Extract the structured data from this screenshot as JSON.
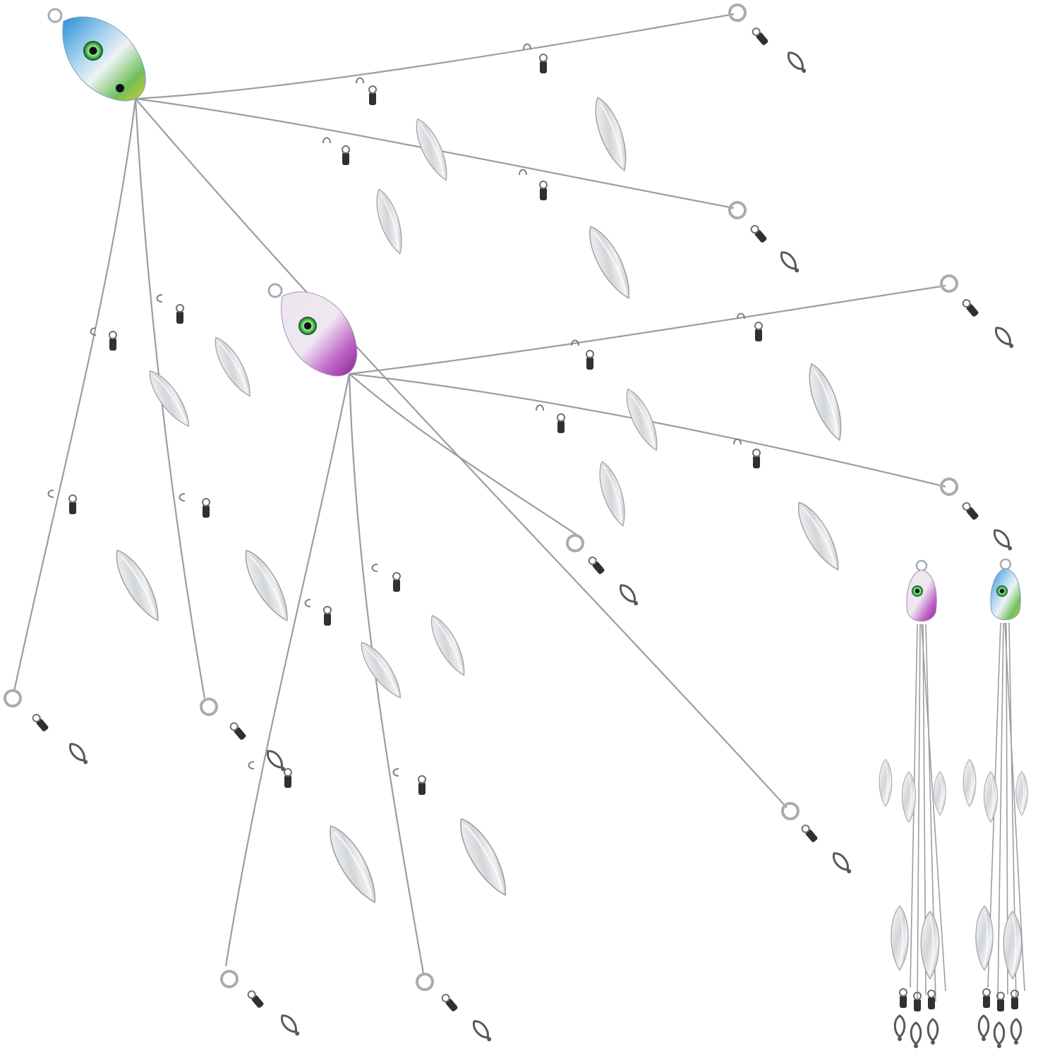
{
  "image": {
    "subject": "",
    "background": "#ffffff"
  },
  "colors": {
    "wire": "#9a9ea3",
    "wire_dark": "#7c8086",
    "blade_light": "#f2f3f4",
    "blade_mid": "#c9ccd0",
    "blade_dark": "#8e9297",
    "swivel": "#2e3033",
    "snap": "#55595e",
    "ring": "#a8acb1",
    "head1_top": "#2a8fd6",
    "head1_mid": "#e8eef2",
    "head1_belly": "#d9cc2b",
    "head1_accent": "#3fa86a",
    "head2_top": "#e4dbe8",
    "head2_mid": "#f3eef5",
    "head2_belly": "#9c2aa5",
    "eye_outer": "#1f7a3a",
    "eye_inner": "#8ee07a",
    "eye_pupil": "#111111"
  },
  "icons": {
    "rig": "umbrella-rig",
    "head": "jig-head",
    "blade": "willow-blade",
    "swivel": "barrel-swivel",
    "snap": "snap-clip"
  }
}
